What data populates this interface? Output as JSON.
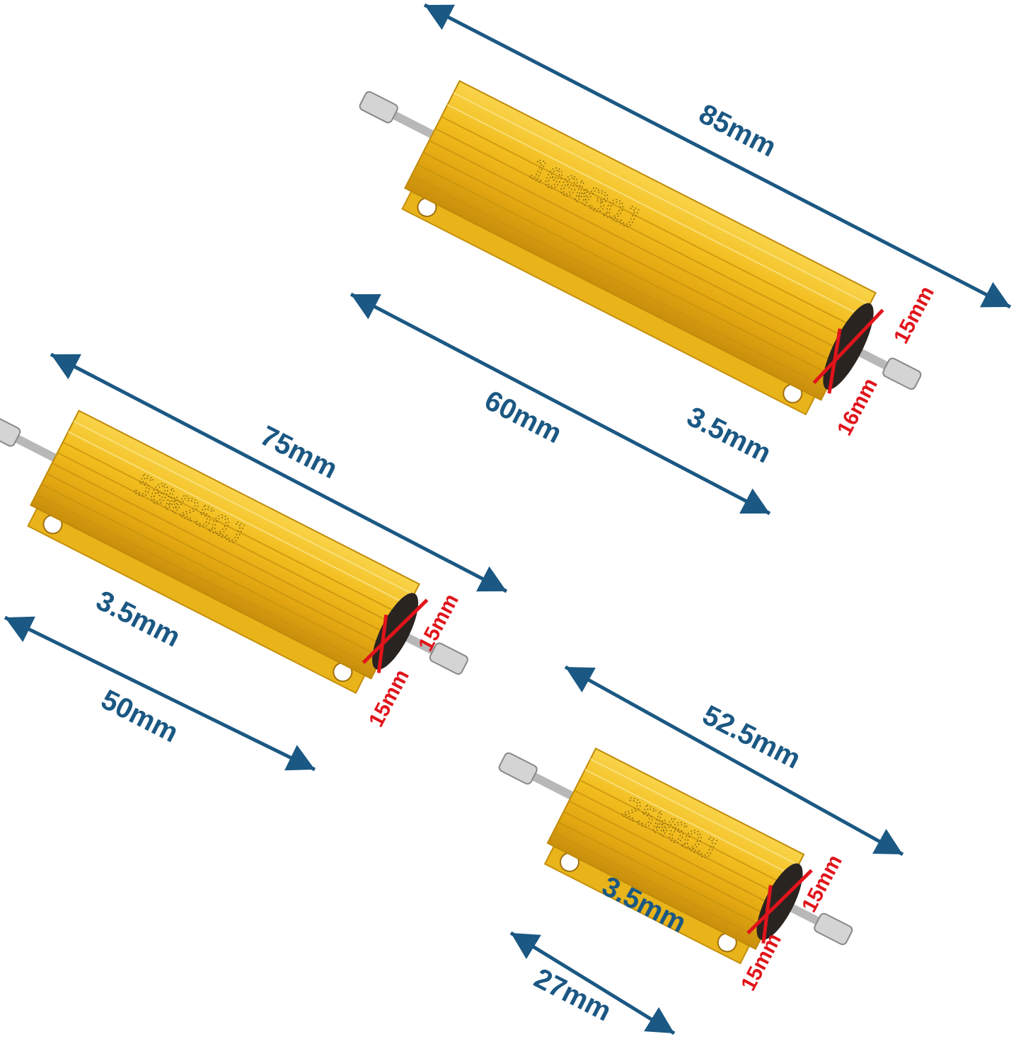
{
  "colors": {
    "arrow": "#1b5883",
    "cross_section": "#e0141b",
    "body": "#f2c029"
  },
  "resistors": [
    {
      "marking": "100W3ΩJ",
      "length": "85mm",
      "body_length": "60mm",
      "hole": "3.5mm",
      "width": "15mm",
      "height": "16mm"
    },
    {
      "marking": "50W25ΩJ",
      "length": "75mm",
      "body_length": "50mm",
      "hole": "3.5mm",
      "width": "15mm",
      "height": "15mm"
    },
    {
      "marking": "25W6ΩJ",
      "length": "52.5mm",
      "body_length": "27mm",
      "hole": "3.5mm",
      "width": "15mm",
      "height": "15mm"
    }
  ]
}
